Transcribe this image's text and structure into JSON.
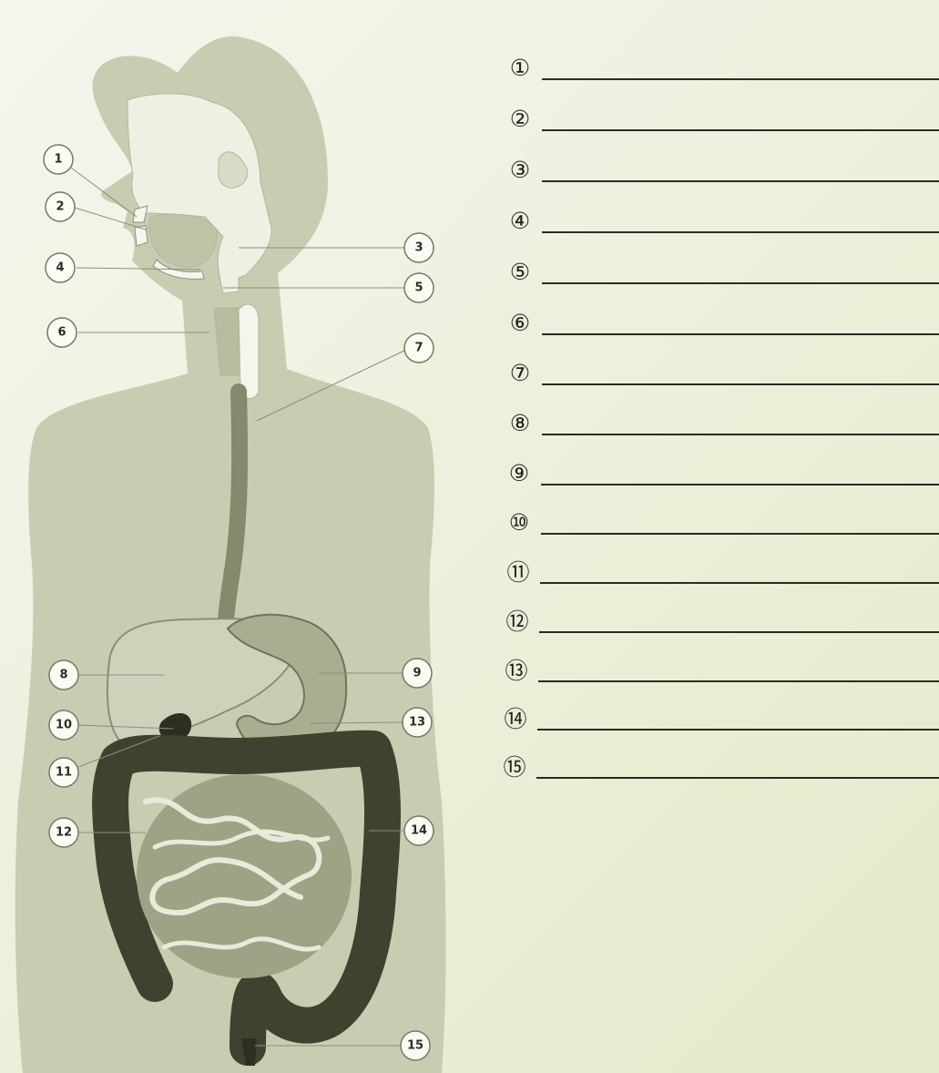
{
  "callouts": [
    {
      "n": "1"
    },
    {
      "n": "2"
    },
    {
      "n": "3"
    },
    {
      "n": "4"
    },
    {
      "n": "5"
    },
    {
      "n": "6"
    },
    {
      "n": "7"
    },
    {
      "n": "8"
    },
    {
      "n": "9"
    },
    {
      "n": "10"
    },
    {
      "n": "11"
    },
    {
      "n": "12"
    },
    {
      "n": "13"
    },
    {
      "n": "14"
    },
    {
      "n": "15"
    }
  ],
  "answer_rows": [
    {
      "num": "①"
    },
    {
      "num": "②"
    },
    {
      "num": "③"
    },
    {
      "num": "④"
    },
    {
      "num": "⑤"
    },
    {
      "num": "⑥"
    },
    {
      "num": "⑦"
    },
    {
      "num": "⑧"
    },
    {
      "num": "⑨"
    },
    {
      "num": "⑩"
    },
    {
      "num": "⑪"
    },
    {
      "num": "⑫"
    },
    {
      "num": "⑬"
    },
    {
      "num": "⑭"
    },
    {
      "num": "⑮"
    }
  ]
}
